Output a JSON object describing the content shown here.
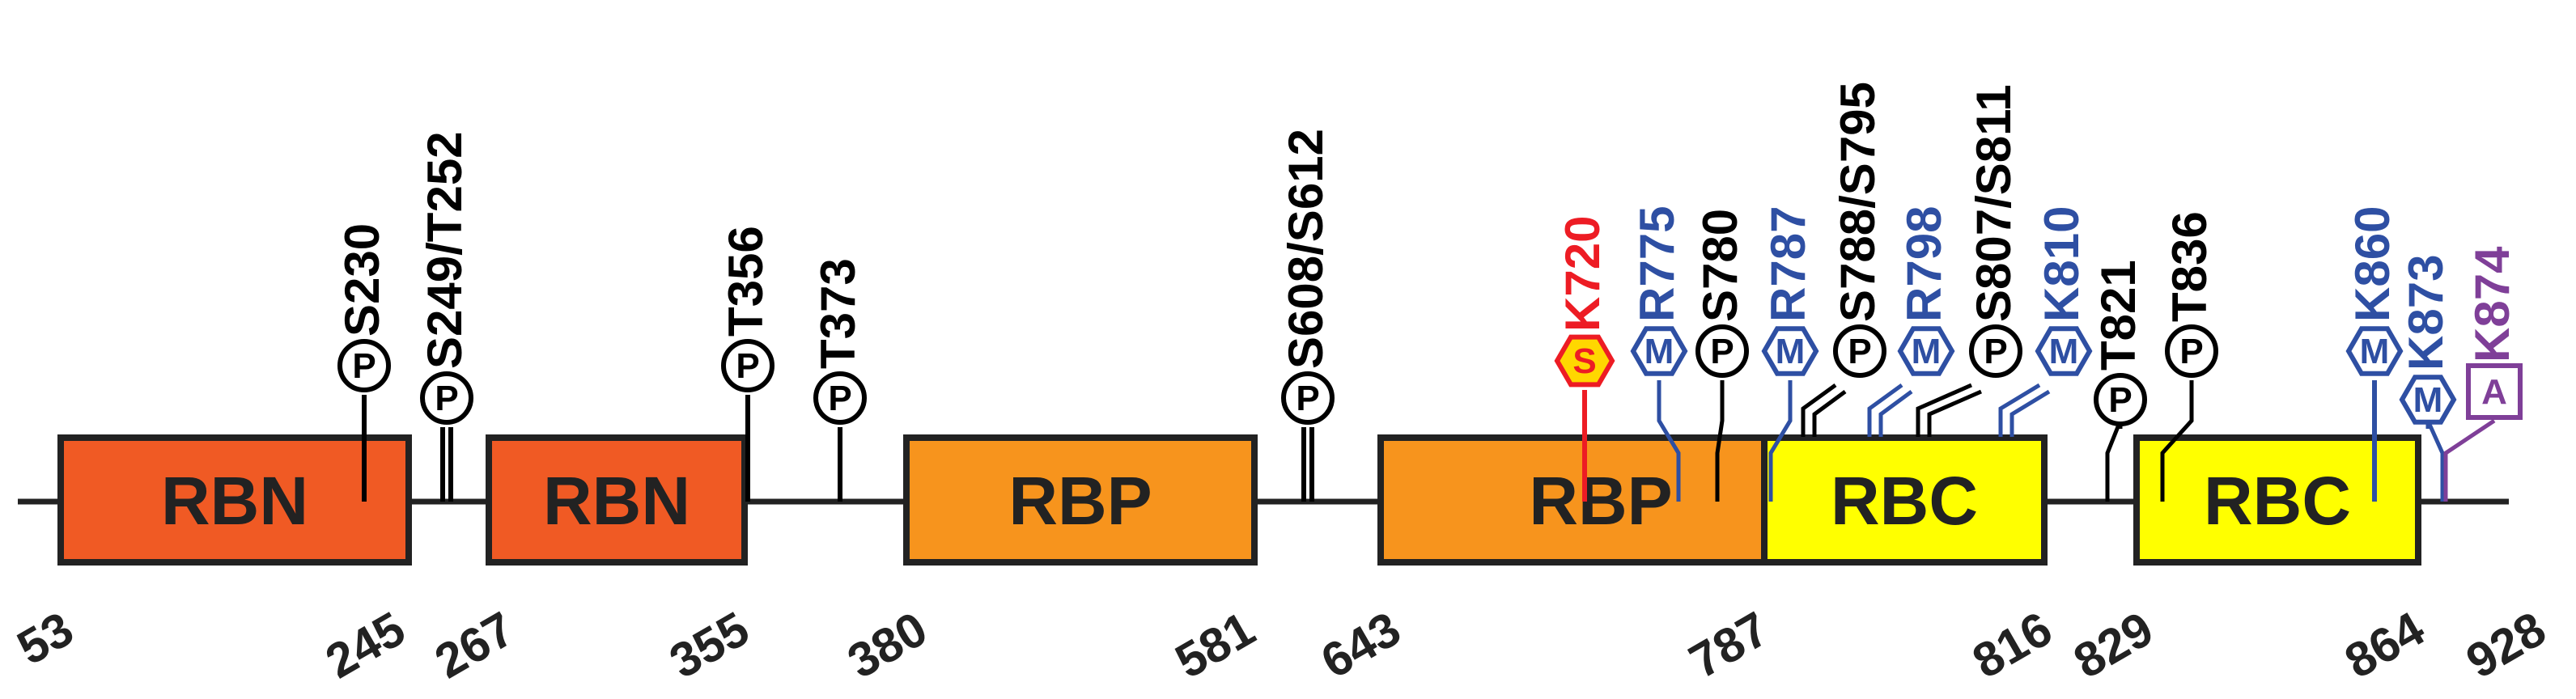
{
  "colors": {
    "RBN": "#f05a24",
    "RBP": "#f7941d",
    "RBC": "#ffff00",
    "phospho": "#000000",
    "methyl": "#2e4fa3",
    "sumo_text": "#ed1c24",
    "sumo_fill": "#ffd700",
    "acetyl": "#7f3f98"
  },
  "domains": [
    {
      "label": "RBN",
      "type": "RBN"
    },
    {
      "label": "RBN",
      "type": "RBN"
    },
    {
      "label": "RBP",
      "type": "RBP"
    },
    {
      "label": "RBP",
      "type": "RBP"
    },
    {
      "label": "RBC",
      "type": "RBC"
    },
    {
      "label": "RBC",
      "type": "RBC"
    }
  ],
  "boundaries": [
    "53",
    "245",
    "267",
    "355",
    "380",
    "581",
    "643",
    "787",
    "816",
    "829",
    "864",
    "928"
  ],
  "modification_symbols": {
    "phospho": "P",
    "methyl": "M",
    "sumo": "S",
    "acetyl": "A"
  },
  "sites": [
    {
      "label": "S230",
      "mod": "phospho"
    },
    {
      "label": "S249/T252",
      "mod": "phospho"
    },
    {
      "label": "T356",
      "mod": "phospho"
    },
    {
      "label": "T373",
      "mod": "phospho"
    },
    {
      "label": "S608/S612",
      "mod": "phospho"
    },
    {
      "label": "K720",
      "mod": "sumo"
    },
    {
      "label": "R775",
      "mod": "methyl"
    },
    {
      "label": "S780",
      "mod": "phospho"
    },
    {
      "label": "R787",
      "mod": "methyl"
    },
    {
      "label": "S788/S795",
      "mod": "phospho"
    },
    {
      "label": "R798",
      "mod": "methyl"
    },
    {
      "label": "S807/S811",
      "mod": "phospho"
    },
    {
      "label": "K810",
      "mod": "methyl"
    },
    {
      "label": "T821",
      "mod": "phospho"
    },
    {
      "label": "T836",
      "mod": "phospho"
    },
    {
      "label": "K860",
      "mod": "methyl"
    },
    {
      "label": "K873",
      "mod": "methyl"
    },
    {
      "label": "K874",
      "mod": "acetyl"
    }
  ]
}
